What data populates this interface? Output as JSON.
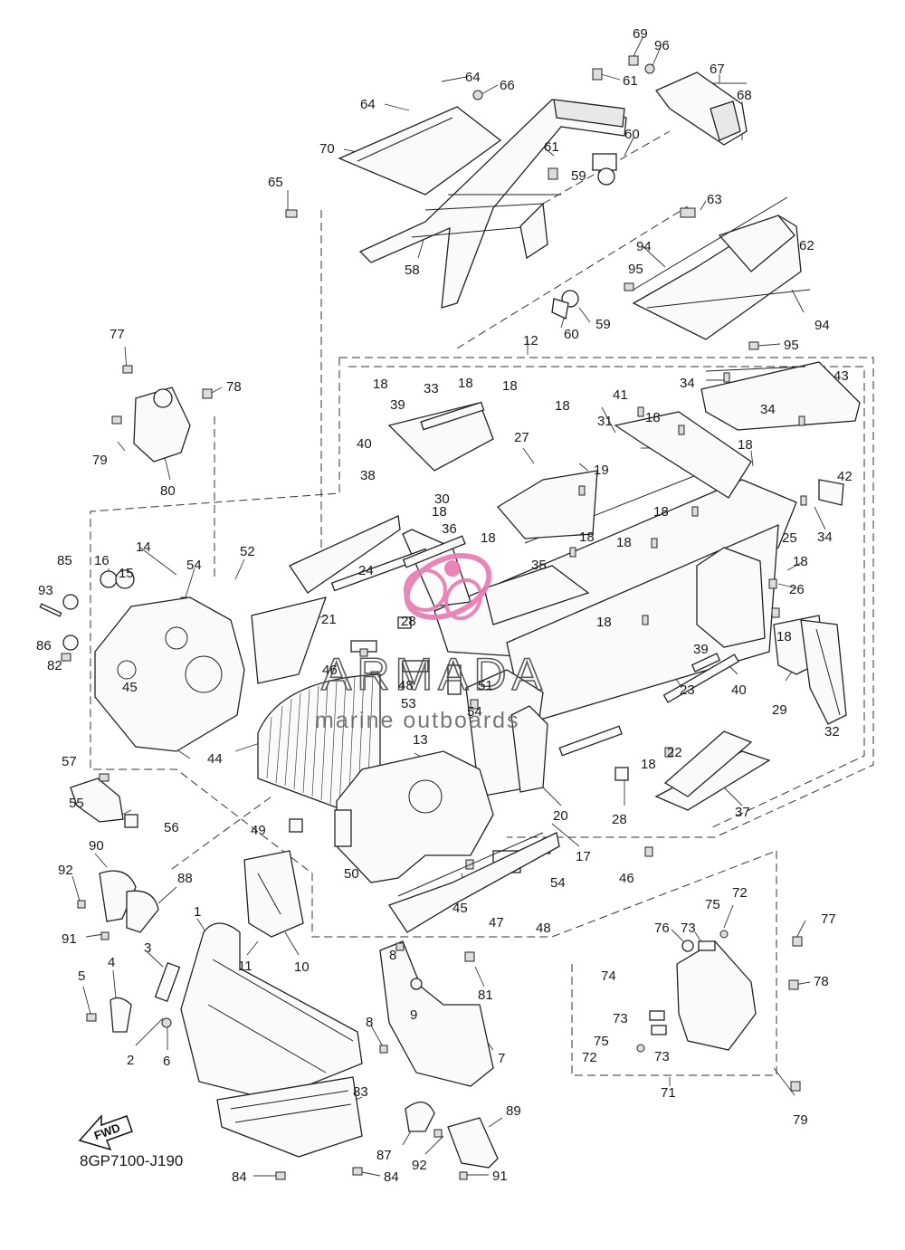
{
  "diagram": {
    "code": "8GP7100-J190",
    "fwd_label": "FWD",
    "watermark": {
      "brand": "ARMADA",
      "tagline": "marine outboards",
      "accent": "#e87ab0"
    },
    "colors": {
      "line": "#222222",
      "background": "#ffffff"
    },
    "labels": {
      "l1": "1",
      "l2": "2",
      "l3": "3",
      "l4": "4",
      "l5": "5",
      "l6": "6",
      "l7": "7",
      "l8a": "8",
      "l8b": "8",
      "l9": "9",
      "l10": "10",
      "l11": "11",
      "l12": "12",
      "l13": "13",
      "l14": "14",
      "l15": "15",
      "l16": "16",
      "l17": "17",
      "l18a": "18",
      "l18b": "18",
      "l18c": "18",
      "l18d": "18",
      "l18e": "18",
      "l18f": "18",
      "l18g": "18",
      "l18h": "18",
      "l18i": "18",
      "l18j": "18",
      "l18k": "18",
      "l18l": "18",
      "l18m": "18",
      "l18n": "18",
      "l18o": "18",
      "l19": "19",
      "l20": "20",
      "l21": "21",
      "l22": "22",
      "l23": "23",
      "l24": "24",
      "l25": "25",
      "l26": "26",
      "l27": "27",
      "l28a": "28",
      "l28b": "28",
      "l29": "29",
      "l30": "30",
      "l31": "31",
      "l32": "32",
      "l33": "33",
      "l34a": "34",
      "l34b": "34",
      "l34c": "34",
      "l35": "35",
      "l36": "36",
      "l37": "37",
      "l38": "38",
      "l39a": "39",
      "l39b": "39",
      "l40a": "40",
      "l40b": "40",
      "l41": "41",
      "l42": "42",
      "l43": "43",
      "l44": "44",
      "l45a": "45",
      "l45b": "45",
      "l46a": "46",
      "l46b": "46",
      "l47": "47",
      "l48a": "48",
      "l48b": "48",
      "l49": "49",
      "l50": "50",
      "l51": "51",
      "l52": "52",
      "l53": "53",
      "l54a": "54",
      "l54b": "54",
      "l54c": "54",
      "l55": "55",
      "l56": "56",
      "l57": "57",
      "l58": "58",
      "l59a": "59",
      "l59b": "59",
      "l60a": "60",
      "l60b": "60",
      "l61a": "61",
      "l61b": "61",
      "l62": "62",
      "l63": "63",
      "l64a": "64",
      "l64b": "64",
      "l65": "65",
      "l66": "66",
      "l67": "67",
      "l68": "68",
      "l69": "69",
      "l70": "70",
      "l71": "71",
      "l72a": "72",
      "l72b": "72",
      "l73a": "73",
      "l73b": "73",
      "l73c": "73",
      "l74": "74",
      "l75a": "75",
      "l75b": "75",
      "l76": "76",
      "l77a": "77",
      "l77b": "77",
      "l78a": "78",
      "l78b": "78",
      "l79a": "79",
      "l79b": "79",
      "l80": "80",
      "l81": "81",
      "l82": "82",
      "l83": "83",
      "l84a": "84",
      "l84b": "84",
      "l85": "85",
      "l86": "86",
      "l87": "87",
      "l88": "88",
      "l89": "89",
      "l90": "90",
      "l91a": "91",
      "l91b": "91",
      "l92a": "92",
      "l92b": "92",
      "l93": "93",
      "l94a": "94",
      "l94b": "94",
      "l95a": "95",
      "l95b": "95",
      "l96": "96"
    }
  }
}
